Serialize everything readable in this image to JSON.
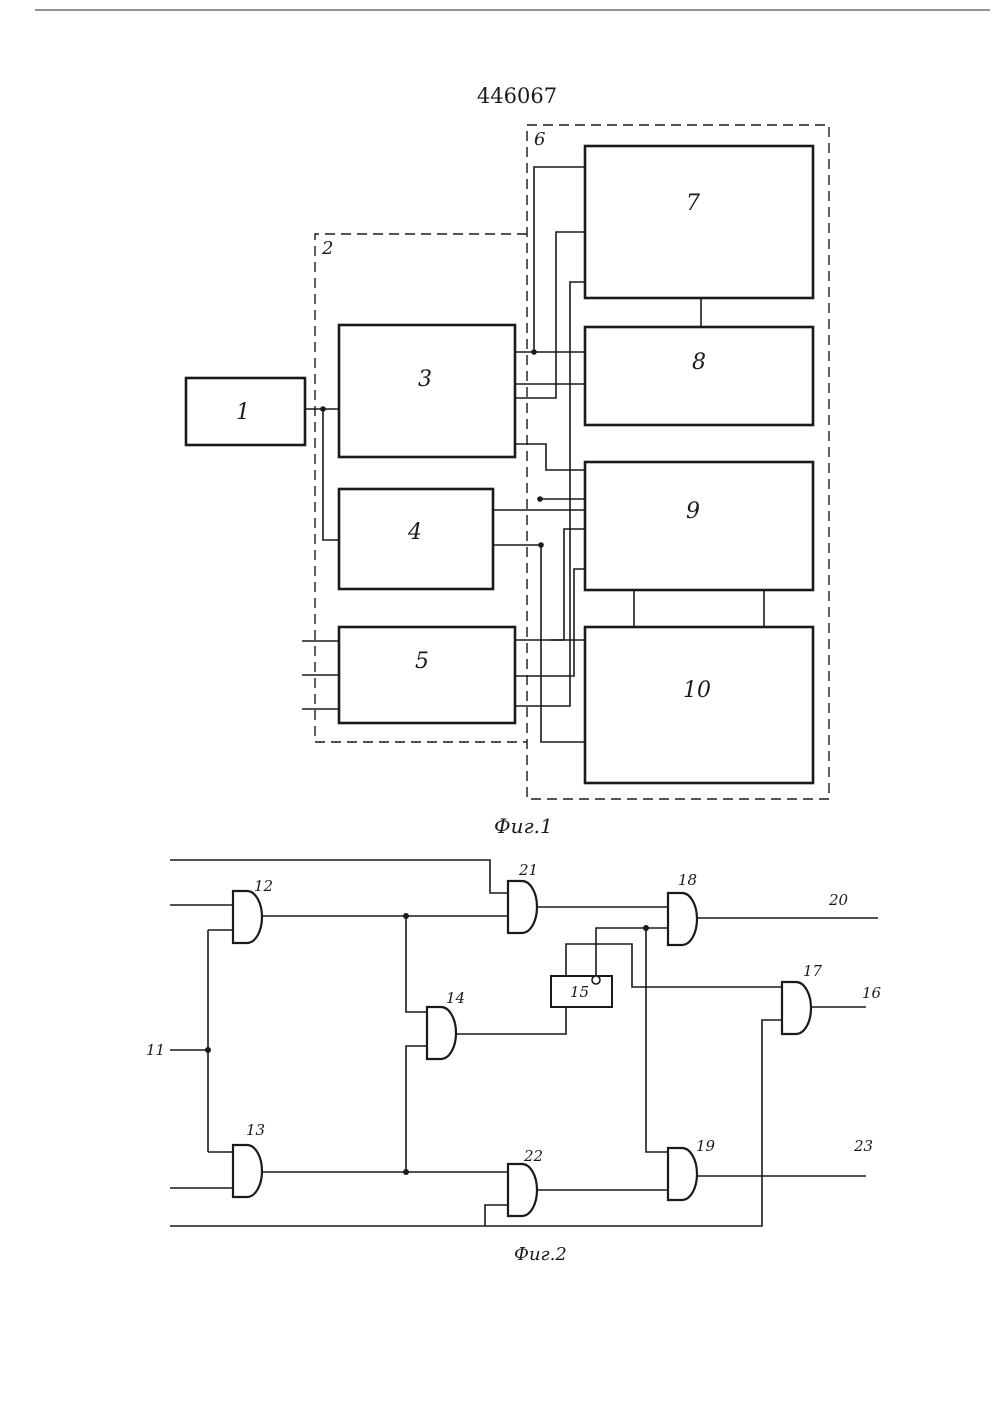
{
  "patent_number": "446067",
  "figure1": {
    "caption": "Фиг.1",
    "group_labels": {
      "group_2": "2",
      "group_6": "6"
    },
    "blocks": {
      "b1": "1",
      "b3": "3",
      "b4": "4",
      "b5": "5",
      "b7": "7",
      "b8": "8",
      "b9": "9",
      "b10": "10"
    }
  },
  "figure2": {
    "caption": "Фиг.2",
    "gates": {
      "g12": "12",
      "g13": "13",
      "g14": "14",
      "g17": "17",
      "g18": "18",
      "g19": "19",
      "g21": "21",
      "g22": "22"
    },
    "trigger": "15",
    "terminals": {
      "in11": "11",
      "out16": "16",
      "out20": "20",
      "out23": "23"
    }
  }
}
